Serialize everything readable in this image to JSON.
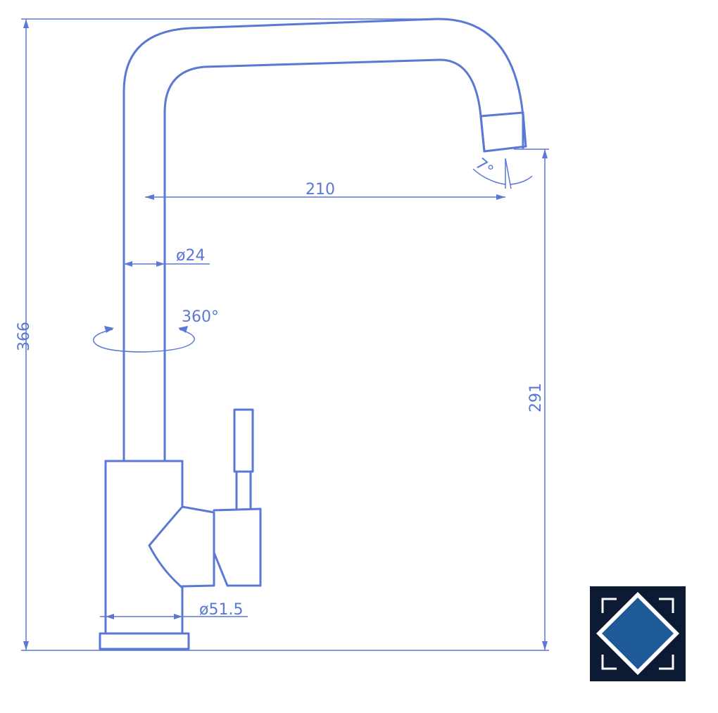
{
  "dimensions": {
    "total_height": "366",
    "spout_height": "291",
    "spout_reach": "210",
    "pipe_diameter": "ø24",
    "rotation": "360°",
    "base_diameter": "ø51.5",
    "spout_angle": "7°"
  },
  "logo": {
    "icon": "diamond-frame-logo-icon",
    "bg_color": "#0c1a33",
    "diamond_color": "#1e5a96"
  },
  "line_color": "#5b78d4"
}
